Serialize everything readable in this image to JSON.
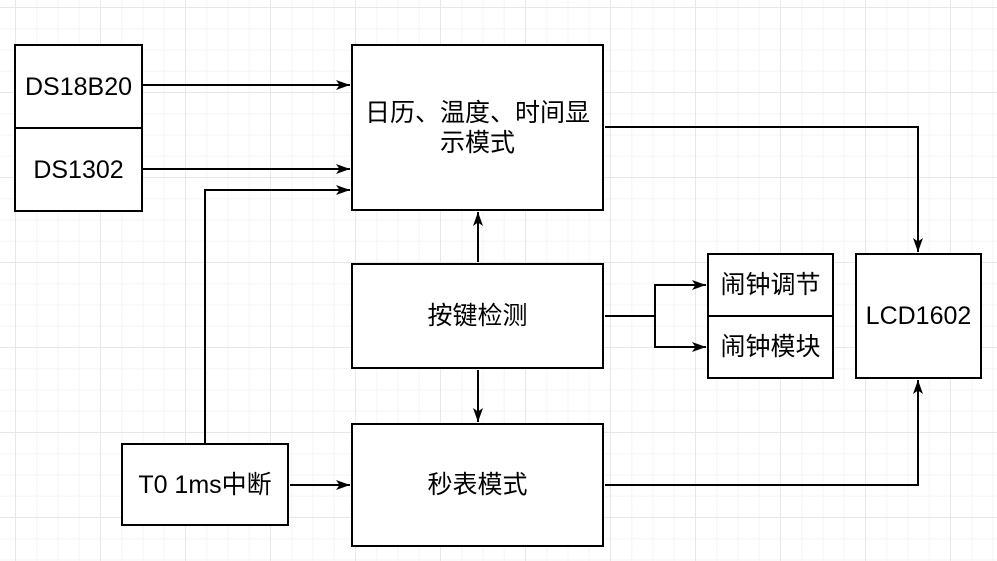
{
  "canvas": {
    "background_color": "#ffffff",
    "grid_minor_color": "#f5f5f5",
    "grid_major_color": "#e7e7e7",
    "stroke_color": "#000000",
    "node_fill_color": "#ffffff"
  },
  "nodes": {
    "ds18b20": {
      "label": "DS18B20"
    },
    "ds1302": {
      "label": "DS1302"
    },
    "display_mode": {
      "label": "日历、温度、时间显\n示模式"
    },
    "key_detect": {
      "label": "按键检测"
    },
    "alarm_adjust": {
      "label": "闹钟调节"
    },
    "alarm_module": {
      "label": "闹钟模块"
    },
    "lcd1602": {
      "label": "LCD1602"
    },
    "t0_interrupt": {
      "label": "T0 1ms中断"
    },
    "stopwatch_mode": {
      "label": "秒表模式"
    }
  },
  "edges": [
    {
      "from": "ds18b20",
      "to": "display_mode",
      "arrow": "end"
    },
    {
      "from": "ds1302",
      "to": "display_mode",
      "arrow": "end"
    },
    {
      "from": "t0_interrupt",
      "to": "display_mode",
      "arrow": "end"
    },
    {
      "from": "key_detect",
      "to": "display_mode",
      "arrow": "end"
    },
    {
      "from": "key_detect",
      "to": "stopwatch_mode",
      "arrow": "end"
    },
    {
      "from": "key_detect",
      "to": "alarm_adjust",
      "arrow": "end"
    },
    {
      "from": "key_detect",
      "to": "alarm_module",
      "arrow": "end"
    },
    {
      "from": "t0_interrupt",
      "to": "stopwatch_mode",
      "arrow": "end"
    },
    {
      "from": "display_mode",
      "to": "lcd1602",
      "arrow": "end"
    },
    {
      "from": "stopwatch_mode",
      "to": "lcd1602",
      "arrow": "end"
    }
  ]
}
